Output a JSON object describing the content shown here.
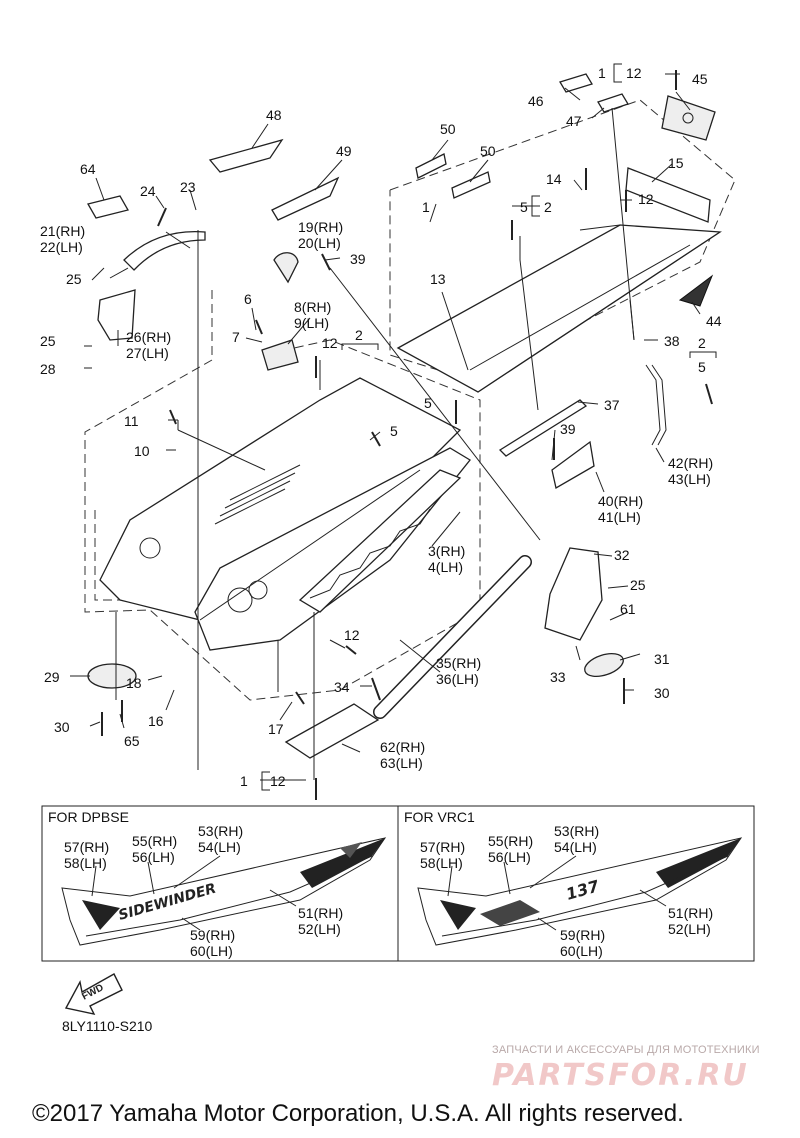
{
  "diagram": {
    "part_labels": [
      {
        "id": "l-1-12-top",
        "text": "1"
      },
      {
        "id": "l-12-top",
        "text": "12"
      },
      {
        "id": "l-45",
        "text": "45"
      },
      {
        "id": "l-46",
        "text": "46"
      },
      {
        "id": "l-47",
        "text": "47"
      },
      {
        "id": "l-48",
        "text": "48"
      },
      {
        "id": "l-49",
        "text": "49"
      },
      {
        "id": "l-50a",
        "text": "50"
      },
      {
        "id": "l-50b",
        "text": "50"
      },
      {
        "id": "l-64",
        "text": "64"
      },
      {
        "id": "l-24",
        "text": "24"
      },
      {
        "id": "l-23",
        "text": "23"
      },
      {
        "id": "l-15",
        "text": "15"
      },
      {
        "id": "l-14",
        "text": "14"
      },
      {
        "id": "l-12b",
        "text": "12"
      },
      {
        "id": "l-5a",
        "text": "5"
      },
      {
        "id": "l-2a",
        "text": "2"
      },
      {
        "id": "l-1a",
        "text": "1"
      },
      {
        "id": "l-21",
        "text": "21(RH)"
      },
      {
        "id": "l-22",
        "text": "22(LH)"
      },
      {
        "id": "l-19",
        "text": "19(RH)"
      },
      {
        "id": "l-20",
        "text": "20(LH)"
      },
      {
        "id": "l-39a",
        "text": "39"
      },
      {
        "id": "l-25a",
        "text": "25"
      },
      {
        "id": "l-13",
        "text": "13"
      },
      {
        "id": "l-44",
        "text": "44"
      },
      {
        "id": "l-6",
        "text": "6"
      },
      {
        "id": "l-8",
        "text": "8(RH)"
      },
      {
        "id": "l-9",
        "text": "9(LH)"
      },
      {
        "id": "l-7",
        "text": "7"
      },
      {
        "id": "l-26",
        "text": "26(RH)"
      },
      {
        "id": "l-27",
        "text": "27(LH)"
      },
      {
        "id": "l-25b",
        "text": "25"
      },
      {
        "id": "l-28",
        "text": "28"
      },
      {
        "id": "l-12c",
        "text": "12"
      },
      {
        "id": "l-2b",
        "text": "2"
      },
      {
        "id": "l-38",
        "text": "38"
      },
      {
        "id": "l-2c",
        "text": "2"
      },
      {
        "id": "l-5c",
        "text": "5"
      },
      {
        "id": "l-5b",
        "text": "5"
      },
      {
        "id": "l-37",
        "text": "37"
      },
      {
        "id": "l-11",
        "text": "11"
      },
      {
        "id": "l-5d",
        "text": "5"
      },
      {
        "id": "l-39b",
        "text": "39"
      },
      {
        "id": "l-10",
        "text": "10"
      },
      {
        "id": "l-42",
        "text": "42(RH)"
      },
      {
        "id": "l-43",
        "text": "43(LH)"
      },
      {
        "id": "l-40",
        "text": "40(RH)"
      },
      {
        "id": "l-41",
        "text": "41(LH)"
      },
      {
        "id": "l-3",
        "text": "3(RH)"
      },
      {
        "id": "l-4",
        "text": "4(LH)"
      },
      {
        "id": "l-32",
        "text": "32"
      },
      {
        "id": "l-25c",
        "text": "25"
      },
      {
        "id": "l-61",
        "text": "61"
      },
      {
        "id": "l-12d",
        "text": "12"
      },
      {
        "id": "l-31",
        "text": "31"
      },
      {
        "id": "l-35",
        "text": "35(RH)"
      },
      {
        "id": "l-36",
        "text": "36(LH)"
      },
      {
        "id": "l-33",
        "text": "33"
      },
      {
        "id": "l-29",
        "text": "29"
      },
      {
        "id": "l-18",
        "text": "18"
      },
      {
        "id": "l-34",
        "text": "34"
      },
      {
        "id": "l-30a",
        "text": "30"
      },
      {
        "id": "l-16",
        "text": "16"
      },
      {
        "id": "l-30b",
        "text": "30"
      },
      {
        "id": "l-65",
        "text": "65"
      },
      {
        "id": "l-17",
        "text": "17"
      },
      {
        "id": "l-62",
        "text": "62(RH)"
      },
      {
        "id": "l-63",
        "text": "63(LH)"
      },
      {
        "id": "l-1-bottom",
        "text": "1"
      },
      {
        "id": "l-12-bottom",
        "text": "12"
      }
    ],
    "inset_dpbse": {
      "title": "FOR DPBSE",
      "labels": [
        {
          "id": "d-57",
          "text": "57(RH)"
        },
        {
          "id": "d-58",
          "text": "58(LH)"
        },
        {
          "id": "d-55",
          "text": "55(RH)"
        },
        {
          "id": "d-56",
          "text": "56(LH)"
        },
        {
          "id": "d-53",
          "text": "53(RH)"
        },
        {
          "id": "d-54",
          "text": "54(LH)"
        },
        {
          "id": "d-51",
          "text": "51(RH)"
        },
        {
          "id": "d-52",
          "text": "52(LH)"
        },
        {
          "id": "d-59",
          "text": "59(RH)"
        },
        {
          "id": "d-60",
          "text": "60(LH)"
        }
      ],
      "decal_text": "SIDEWINDER"
    },
    "inset_vrc1": {
      "title": "FOR VRC1",
      "labels": [
        {
          "id": "v-57",
          "text": "57(RH)"
        },
        {
          "id": "v-58",
          "text": "58(LH)"
        },
        {
          "id": "v-55",
          "text": "55(RH)"
        },
        {
          "id": "v-56",
          "text": "56(LH)"
        },
        {
          "id": "v-53",
          "text": "53(RH)"
        },
        {
          "id": "v-54",
          "text": "54(LH)"
        },
        {
          "id": "v-51",
          "text": "51(RH)"
        },
        {
          "id": "v-52",
          "text": "52(LH)"
        },
        {
          "id": "v-59",
          "text": "59(RH)"
        },
        {
          "id": "v-60",
          "text": "60(LH)"
        }
      ],
      "decal_text": "137"
    },
    "fwd_label": "FWD",
    "doc_code": "8LY1110-S210"
  },
  "watermark": {
    "subtitle": "ЗАПЧАСТИ И АКСЕССУАРЫ ДЛЯ МОТОТЕХНИКИ",
    "logo": "PARTSFOR.RU"
  },
  "copyright": "©2017 Yamaha Motor Corporation, U.S.A. All rights reserved."
}
